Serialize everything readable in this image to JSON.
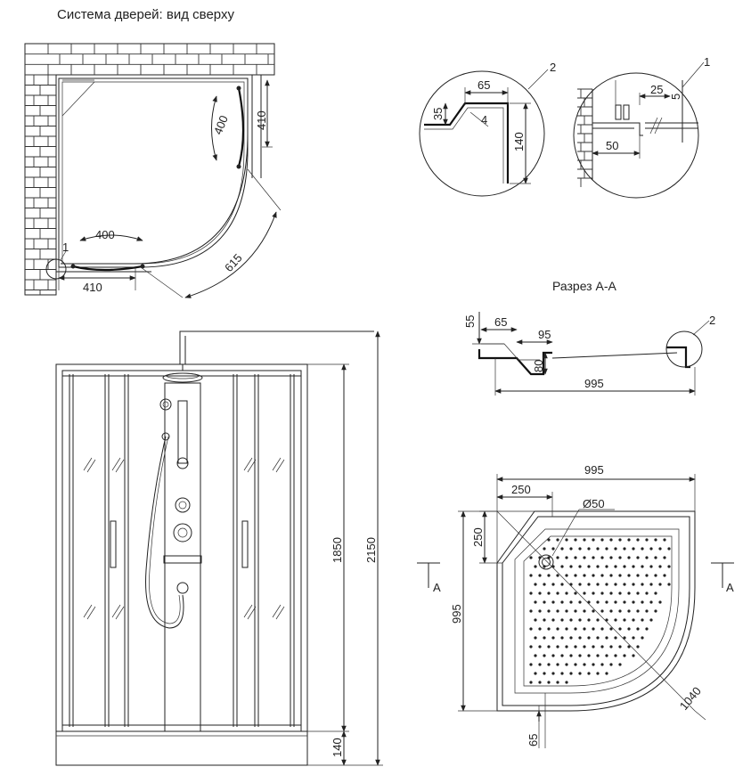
{
  "drawing": {
    "title": "Система дверей: вид сверху",
    "section_title": "Разрез А-А",
    "top_view": {
      "dim_left_door": "410",
      "dim_right_door": "410",
      "dim_arc_top": "400",
      "dim_arc_right": "400",
      "dim_radius": "615",
      "callout": "1"
    },
    "detail_2": {
      "callout": "2",
      "dim_65": "65",
      "dim_35": "35",
      "dim_4": "4",
      "dim_140": "140"
    },
    "detail_1": {
      "callout": "1",
      "dim_25": "25",
      "dim_5": "5",
      "dim_50": "50"
    },
    "section_view": {
      "dim_55": "55",
      "dim_65": "65",
      "dim_95": "95",
      "dim_80": "80",
      "dim_995": "995",
      "callout": "2"
    },
    "front_view": {
      "dim_1850": "1850",
      "dim_2150": "2150",
      "dim_140": "140"
    },
    "tray_view": {
      "dim_995_top": "995",
      "dim_250_h": "250",
      "dim_250_v": "250",
      "dim_drain": "Ø50",
      "dim_995_left": "995",
      "dim_1040": "1040",
      "dim_65": "65",
      "section_mark_left": "A",
      "section_mark_right": "A"
    }
  },
  "colors": {
    "line": "#222222",
    "background": "#ffffff"
  }
}
